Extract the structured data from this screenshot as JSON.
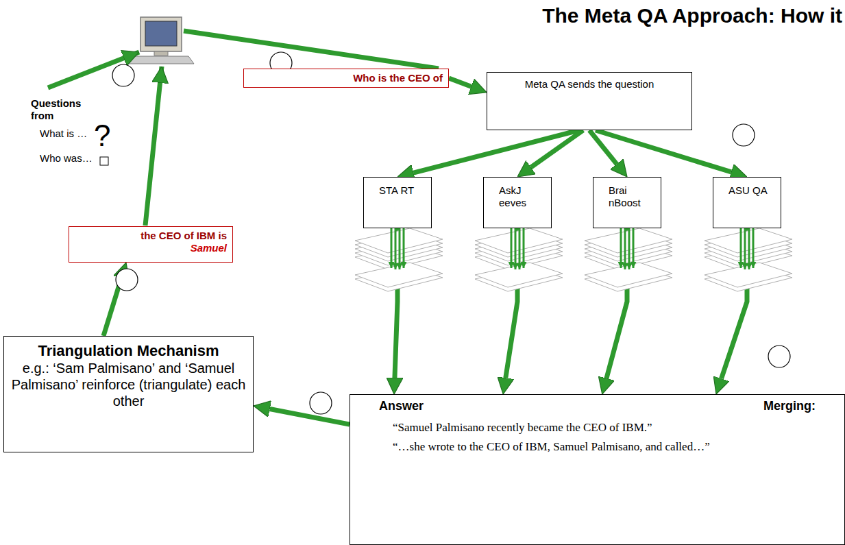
{
  "diagram": {
    "title": "The Meta QA Approach: How it",
    "nodes": [
      {
        "text": [
          "Who is the CEO of"
        ]
      },
      {
        "text": [
          "Meta QA sends the question"
        ]
      },
      {
        "text": [
          "STA RT"
        ]
      },
      {
        "text": [
          "AskJ eeves"
        ]
      },
      {
        "text": [
          "Brai nBoost"
        ]
      },
      {
        "text": [
          "ASU QA"
        ]
      },
      {
        "text": [
          "Answer",
          "Merging:",
          "“Samuel Palmisano recently became the CEO of IBM.”",
          "“…she wrote to the CEO of IBM, Samuel Palmisano, and called…”"
        ]
      },
      {
        "text": [
          "Triangulation Mechanism",
          "e.g.: ‘Sam Palmisano’ and ‘Samuel Palmisano’ reinforce (triangulate) each other"
        ]
      },
      {
        "text": [
          "the CEO of IBM is",
          "Samuel"
        ]
      }
    ],
    "edges": [
      {
        "from": 0,
        "to": 1,
        "arrow": "to"
      },
      {
        "from": 1,
        "to": 2,
        "arrow": "to"
      },
      {
        "from": 1,
        "to": 3,
        "arrow": "to"
      },
      {
        "from": 1,
        "to": 4,
        "arrow": "to"
      },
      {
        "from": 1,
        "to": 5,
        "arrow": "to"
      },
      {
        "from": 2,
        "to": 6,
        "arrow": "to"
      },
      {
        "from": 3,
        "to": 6,
        "arrow": "to"
      },
      {
        "from": 4,
        "to": 6,
        "arrow": "to"
      },
      {
        "from": 5,
        "to": 6,
        "arrow": "to"
      },
      {
        "from": 6,
        "to": 7,
        "arrow": "to"
      },
      {
        "from": 7,
        "to": 8,
        "arrow": "to"
      }
    ],
    "labels": [
      "Questions from",
      "What is …",
      "Who was…",
      "?"
    ]
  }
}
